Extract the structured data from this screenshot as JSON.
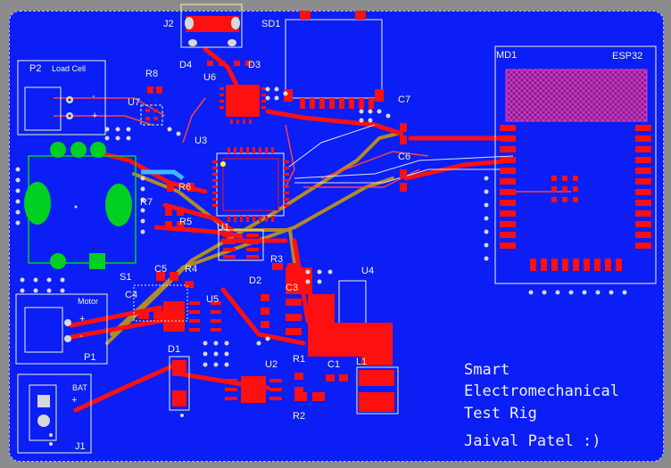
{
  "board": {
    "colors": {
      "bg": "#8c8c8c",
      "copper": "#0a1ef5",
      "trace": "#ff1010",
      "trace2": "#b08a28",
      "silk": "#f4f4c8",
      "pad": "#00d020",
      "via": "#d8d8d8"
    },
    "refdes": {
      "J2": "J2",
      "SD1": "SD1",
      "D4": "D4",
      "D3": "D3",
      "U6": "U6",
      "P2": "P2",
      "R8": "R8",
      "U7": "U7",
      "U3": "U3",
      "R6": "R6",
      "R7": "R7",
      "R5": "R5",
      "U1": "U1",
      "R3": "R3",
      "S1": "S1",
      "C5": "C5",
      "R4": "R4",
      "C4": "C4",
      "D2": "D2",
      "C3": "C3",
      "U4": "U4",
      "U5": "U5",
      "P1": "P1",
      "D1": "D1",
      "U2": "U2",
      "R1": "R1",
      "C1": "C1",
      "L1": "L1",
      "R2": "R2",
      "J1": "J1",
      "MD1": "MD1",
      "C7": "C7",
      "C6": "C6"
    },
    "module_name": "ESP32",
    "connector_labels": {
      "load_cell": "Load Cell",
      "motor": "Motor",
      "bat": "BAT"
    },
    "polarity": {
      "minus": "-",
      "plus": "+"
    },
    "title_lines": [
      "Smart",
      "Electromechanical",
      "Test Rig",
      "Jaival Patel :)"
    ]
  }
}
